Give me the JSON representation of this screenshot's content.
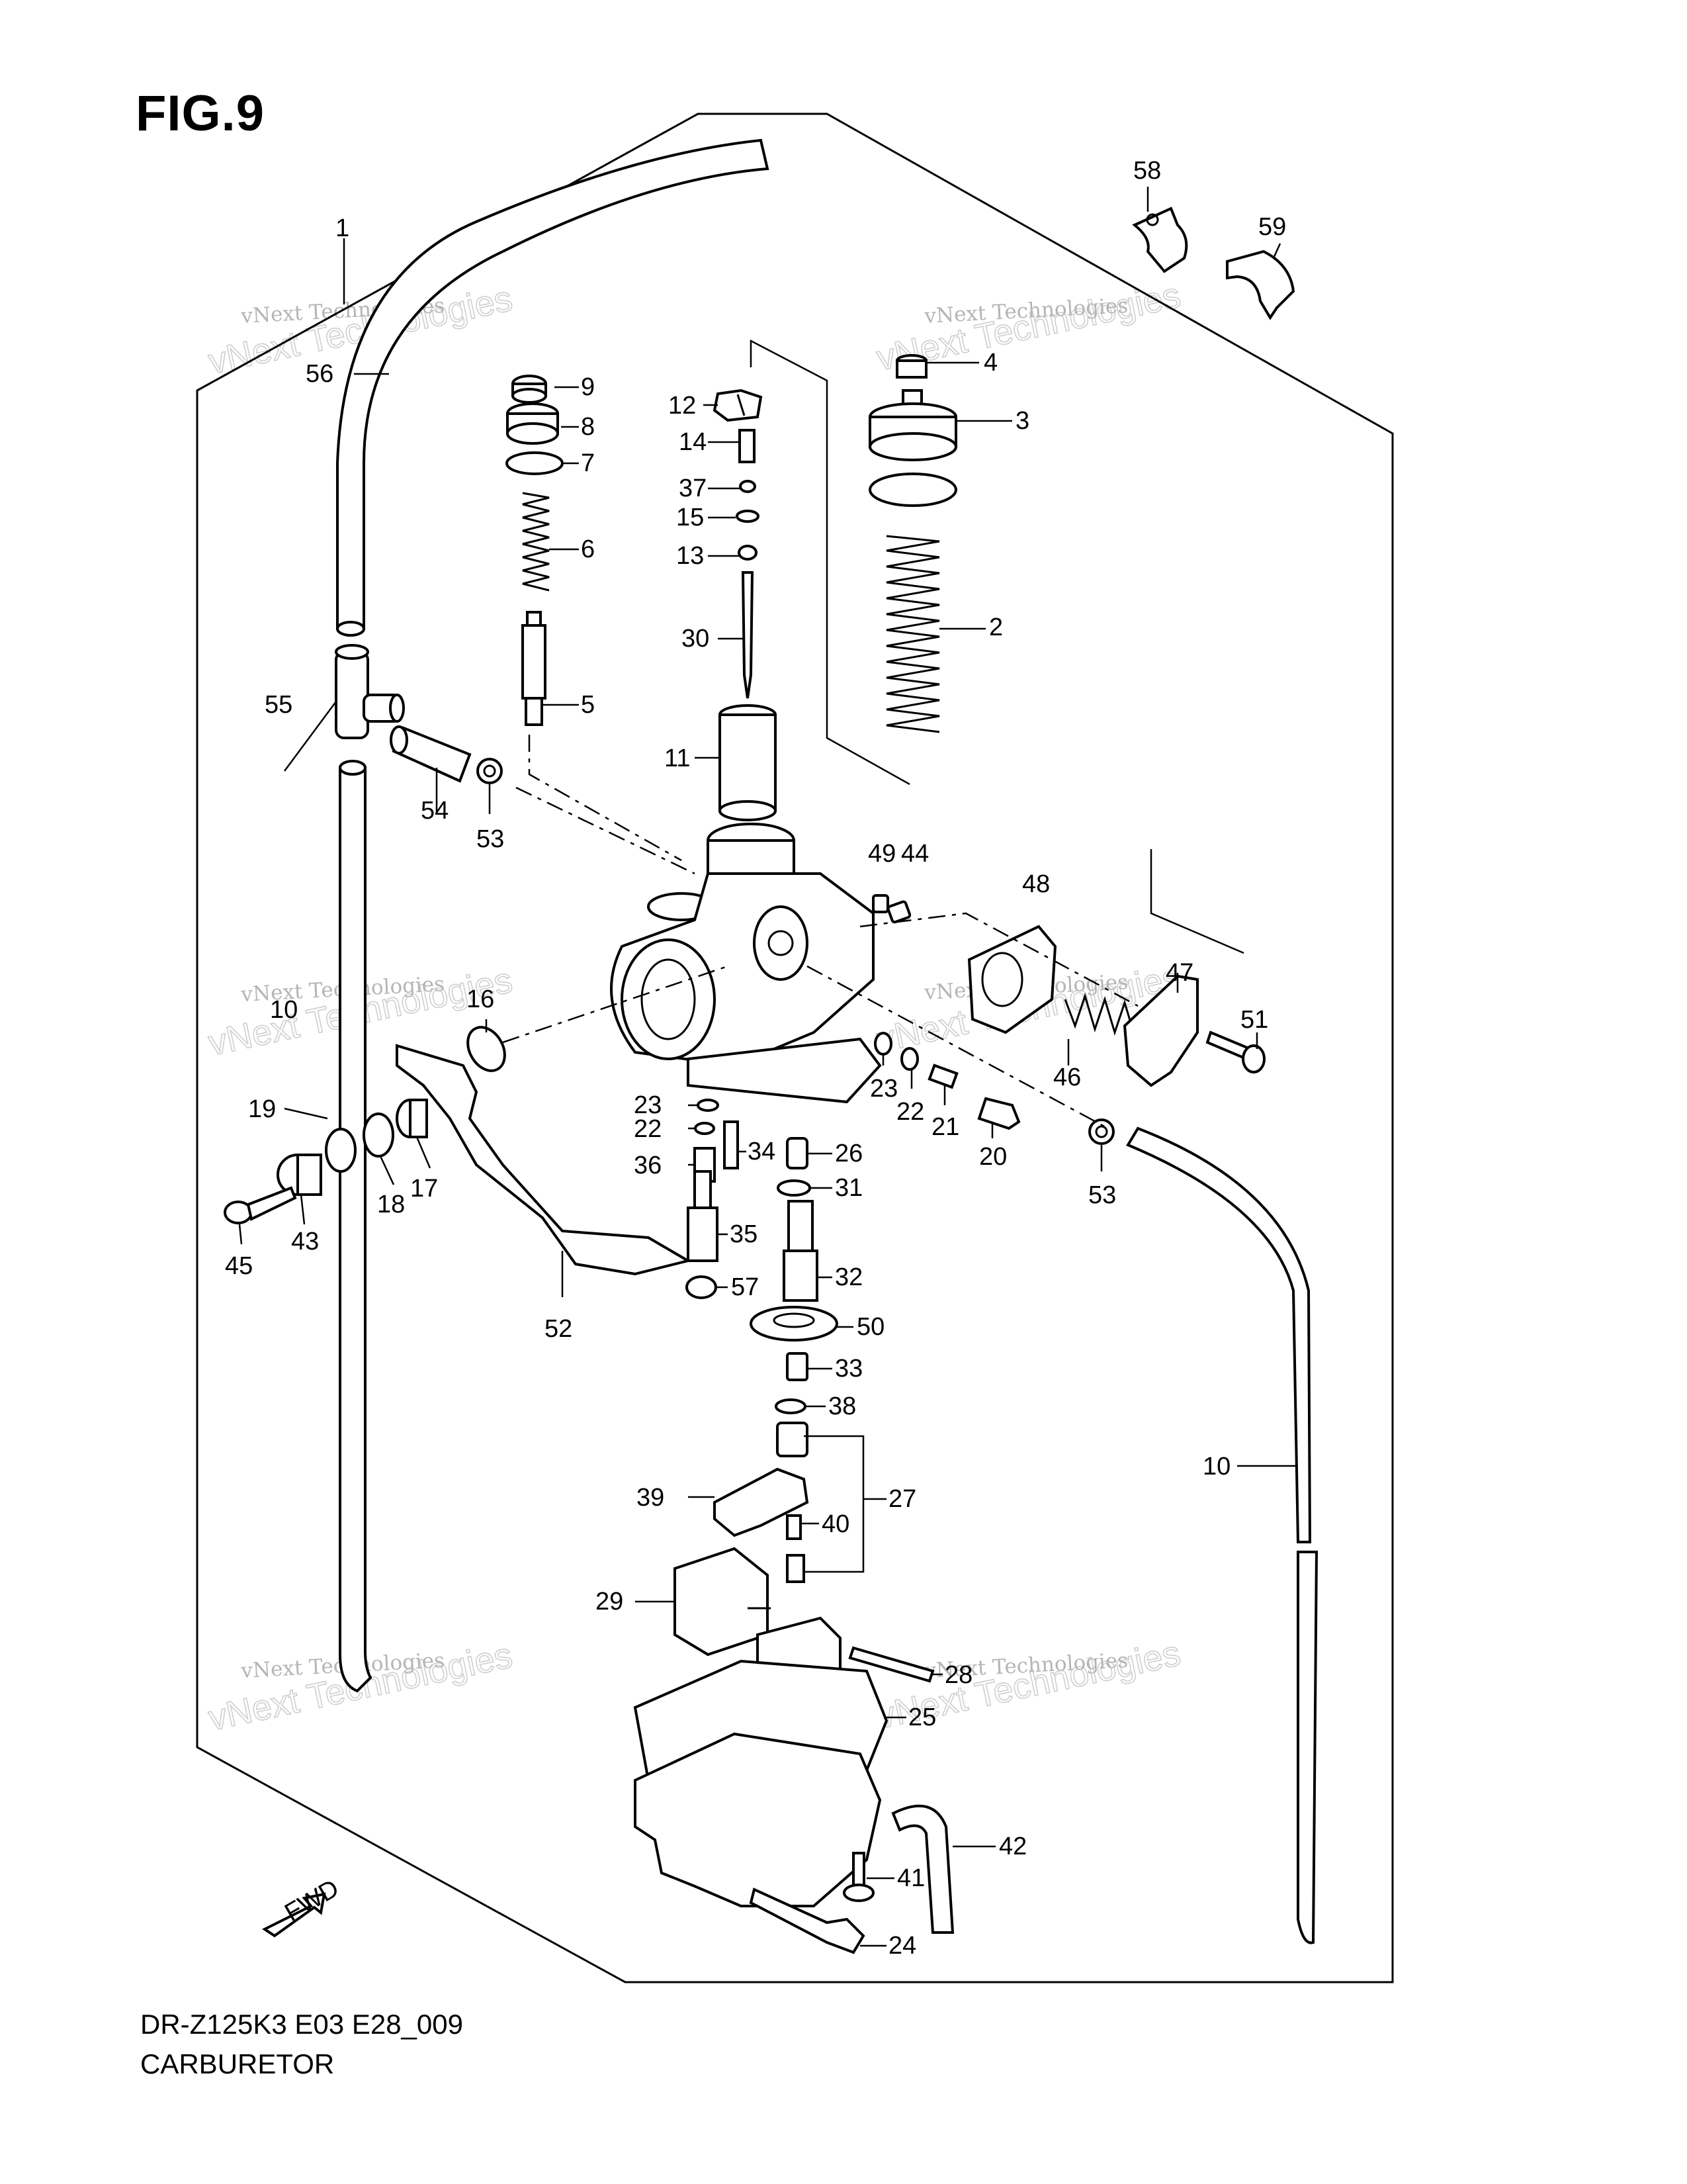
{
  "figure": {
    "title": "FIG.9",
    "model_code": "DR-Z125K3 E03 E28_009",
    "part_name": "CARBURETOR"
  },
  "watermark": {
    "line1": "vNext Technologies",
    "line2": "vNext Technologies"
  },
  "fwd_label": "FWD",
  "callouts": [
    {
      "id": "c1",
      "label": "1"
    },
    {
      "id": "c2",
      "label": "2"
    },
    {
      "id": "c3",
      "label": "3"
    },
    {
      "id": "c4",
      "label": "4"
    },
    {
      "id": "c5",
      "label": "5"
    },
    {
      "id": "c6",
      "label": "6"
    },
    {
      "id": "c7",
      "label": "7"
    },
    {
      "id": "c8",
      "label": "8"
    },
    {
      "id": "c9",
      "label": "9"
    },
    {
      "id": "c10a",
      "label": "10"
    },
    {
      "id": "c10b",
      "label": "10"
    },
    {
      "id": "c11",
      "label": "11"
    },
    {
      "id": "c12",
      "label": "12"
    },
    {
      "id": "c13",
      "label": "13"
    },
    {
      "id": "c14",
      "label": "14"
    },
    {
      "id": "c15",
      "label": "15"
    },
    {
      "id": "c16",
      "label": "16"
    },
    {
      "id": "c17",
      "label": "17"
    },
    {
      "id": "c18",
      "label": "18"
    },
    {
      "id": "c19",
      "label": "19"
    },
    {
      "id": "c20",
      "label": "20"
    },
    {
      "id": "c21",
      "label": "21"
    },
    {
      "id": "c22a",
      "label": "22"
    },
    {
      "id": "c22b",
      "label": "22"
    },
    {
      "id": "c23a",
      "label": "23"
    },
    {
      "id": "c23b",
      "label": "23"
    },
    {
      "id": "c24",
      "label": "24"
    },
    {
      "id": "c25",
      "label": "25"
    },
    {
      "id": "c26",
      "label": "26"
    },
    {
      "id": "c27",
      "label": "27"
    },
    {
      "id": "c28",
      "label": "28"
    },
    {
      "id": "c29",
      "label": "29"
    },
    {
      "id": "c30",
      "label": "30"
    },
    {
      "id": "c31",
      "label": "31"
    },
    {
      "id": "c32",
      "label": "32"
    },
    {
      "id": "c33",
      "label": "33"
    },
    {
      "id": "c34",
      "label": "34"
    },
    {
      "id": "c35",
      "label": "35"
    },
    {
      "id": "c36",
      "label": "36"
    },
    {
      "id": "c37",
      "label": "37"
    },
    {
      "id": "c38",
      "label": "38"
    },
    {
      "id": "c39",
      "label": "39"
    },
    {
      "id": "c40",
      "label": "40"
    },
    {
      "id": "c41",
      "label": "41"
    },
    {
      "id": "c42",
      "label": "42"
    },
    {
      "id": "c43",
      "label": "43"
    },
    {
      "id": "c44",
      "label": "44"
    },
    {
      "id": "c45",
      "label": "45"
    },
    {
      "id": "c46",
      "label": "46"
    },
    {
      "id": "c47",
      "label": "47"
    },
    {
      "id": "c48",
      "label": "48"
    },
    {
      "id": "c49",
      "label": "49"
    },
    {
      "id": "c50",
      "label": "50"
    },
    {
      "id": "c51",
      "label": "51"
    },
    {
      "id": "c52",
      "label": "52"
    },
    {
      "id": "c53a",
      "label": "53"
    },
    {
      "id": "c53b",
      "label": "53"
    },
    {
      "id": "c54",
      "label": "54"
    },
    {
      "id": "c55",
      "label": "55"
    },
    {
      "id": "c56",
      "label": "56"
    },
    {
      "id": "c57",
      "label": "57"
    },
    {
      "id": "c58",
      "label": "58"
    },
    {
      "id": "c59",
      "label": "59"
    }
  ]
}
